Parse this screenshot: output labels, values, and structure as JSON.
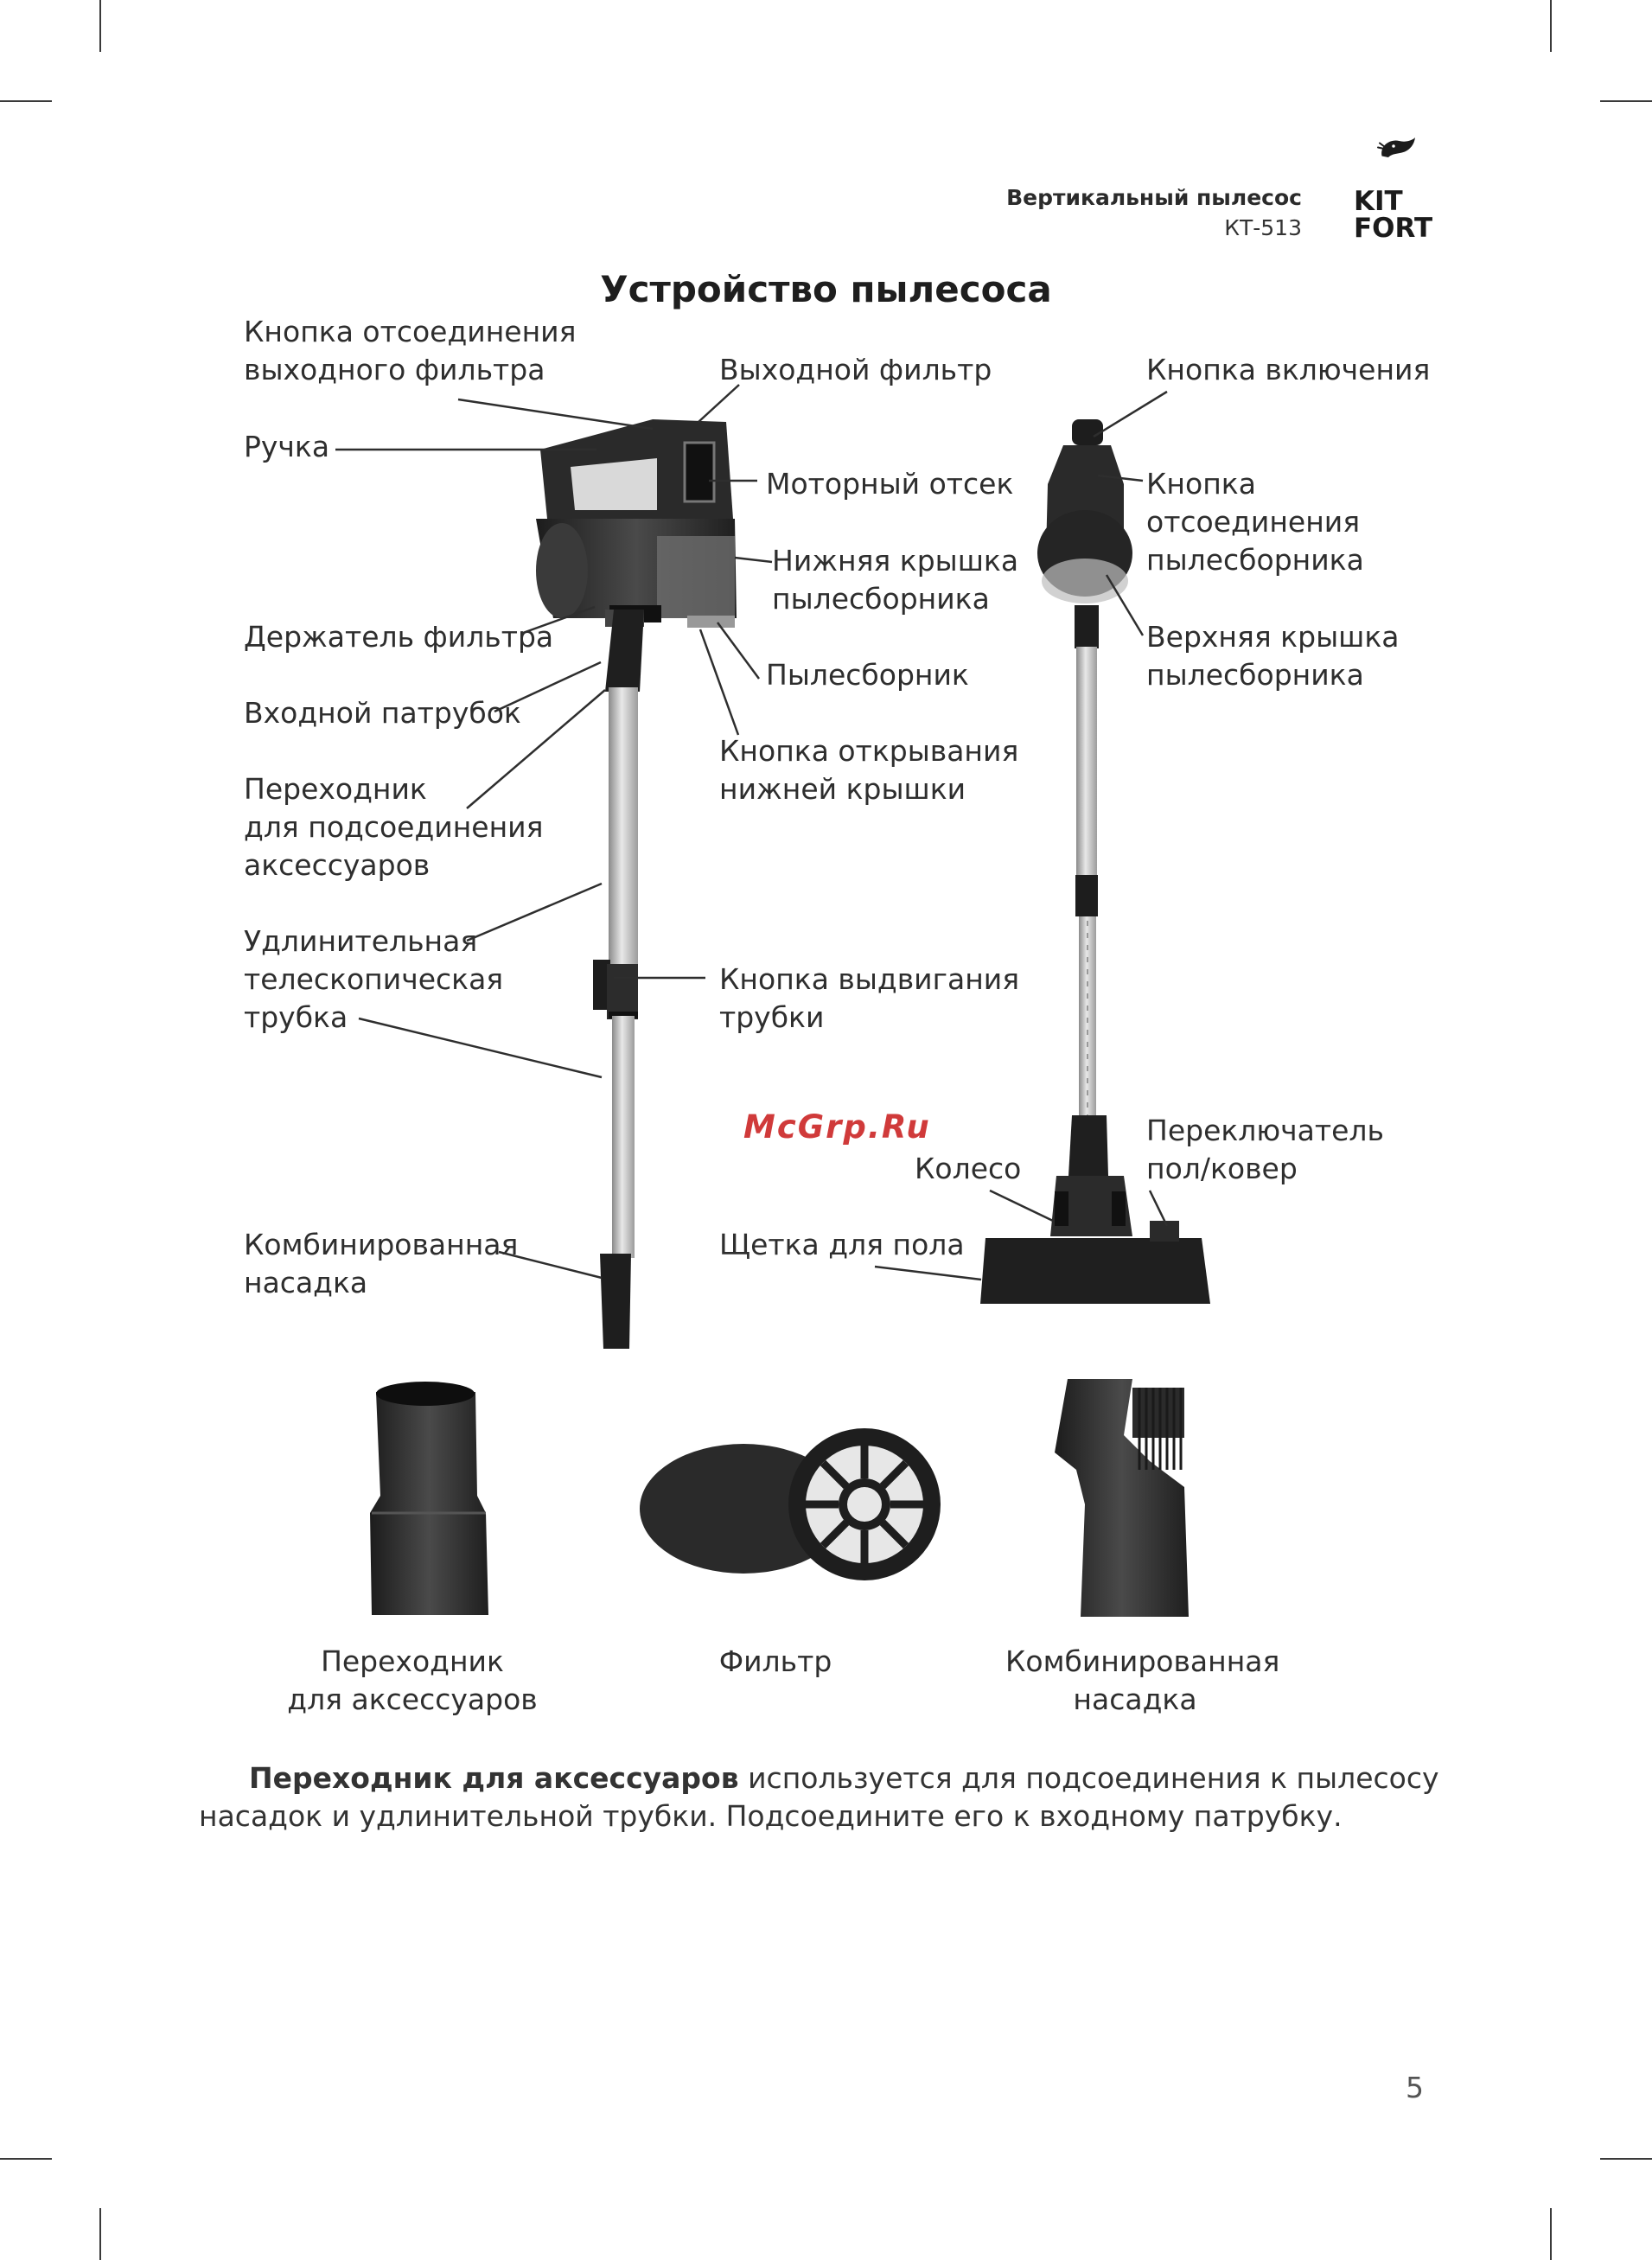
{
  "header": {
    "product_title": "Вертикальный пылесос",
    "model": "КТ-513",
    "brand_line1": "KIT",
    "brand_line2": "FORT"
  },
  "page_title": "Устройство пылесоса",
  "watermark": "McGrp.Ru",
  "left_labels": {
    "filter_release": [
      "Кнопка отсоединения",
      "выходного фильтра"
    ],
    "handle": [
      "Ручка"
    ],
    "filter_holder": [
      "Держатель фильтра"
    ],
    "inlet": [
      "Входной патрубок"
    ],
    "adapter": [
      "Переходник",
      "для подсоединения",
      "аксессуаров"
    ],
    "tube": [
      "Удлинительная",
      "телескопическая",
      "трубка"
    ],
    "combo_nozzle": [
      "Комбинированная",
      "насадка"
    ]
  },
  "middle_labels": {
    "exhaust_filter": [
      "Выходной фильтр"
    ],
    "motor": [
      "Моторный отсек"
    ],
    "bottom_cover": [
      "Нижняя крышка",
      "пылесборника"
    ],
    "dust_bin": [
      "Пылесборник"
    ],
    "bottom_cover_button": [
      "Кнопка открывания",
      "нижней крышки"
    ],
    "tube_button": [
      "Кнопка выдвигания",
      "трубки"
    ],
    "wheel": [
      "Колесо"
    ],
    "floor_brush": [
      "Щетка для пола"
    ]
  },
  "right_labels": {
    "power_button": [
      "Кнопка включения"
    ],
    "bin_release": [
      "Кнопка",
      "отсоединения",
      "пылесборника"
    ],
    "top_cover": [
      "Верхняя крышка",
      "пылесборника"
    ],
    "floor_switch": [
      "Переключатель",
      "пол/ковер"
    ]
  },
  "accessories": [
    {
      "label": [
        "Переходник",
        "для аксессуаров"
      ]
    },
    {
      "label": [
        "Фильтр"
      ]
    },
    {
      "label": [
        "Комбинированная",
        "насадка"
      ]
    }
  ],
  "paragraph": {
    "bold": "Переходник для аксессуаров",
    "text": " используется для подсоединения к пылесосу насадок и удлинительной трубки. Подсоедините его к входному патрубку."
  },
  "page_number": "5",
  "colors": {
    "ink": "#2e2e2e",
    "device_dark": "#2a2a2a",
    "tube_metal": "#bdbdbd",
    "watermark": "#d03a3a"
  }
}
